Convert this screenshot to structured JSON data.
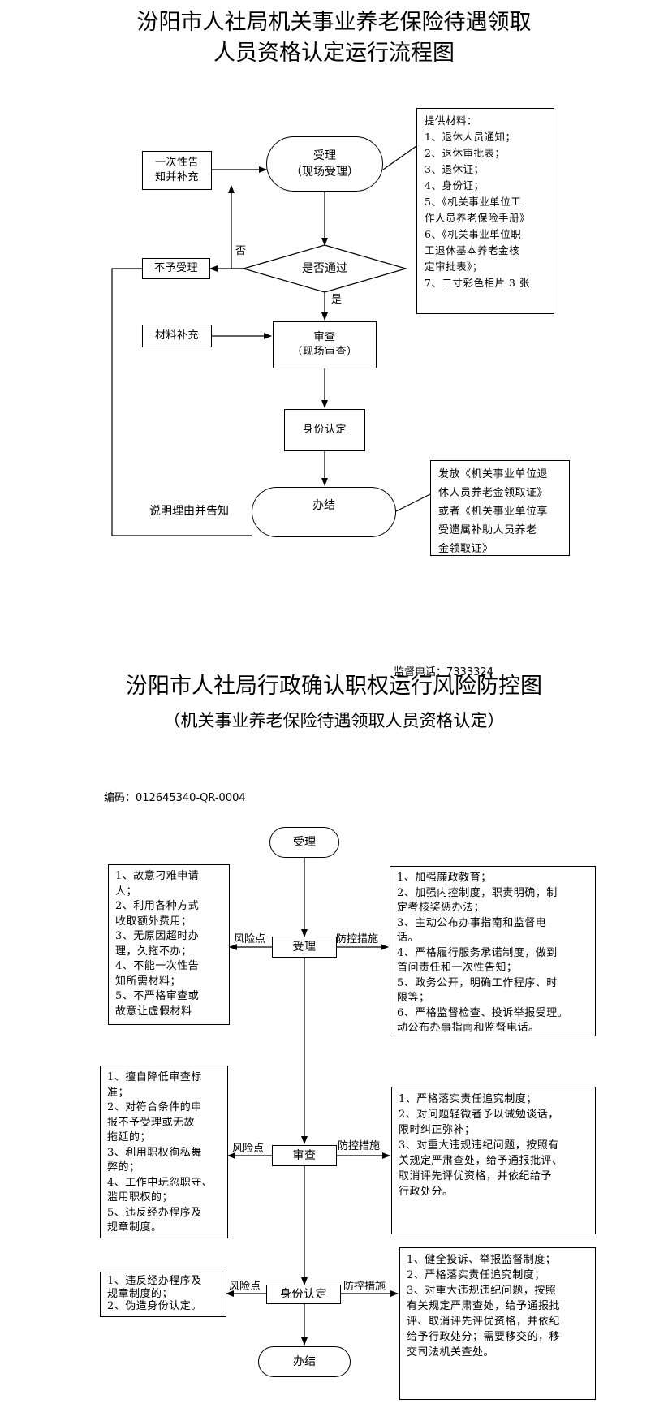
{
  "chart1": {
    "title_line1": "汾阳市人社局机关事业养老保险待遇领取",
    "title_line2": "人员资格认定运行流程图",
    "accept": {
      "label": "受理",
      "sub": "（现场受理）"
    },
    "notify_box": [
      "一次性告",
      "知并补充"
    ],
    "pass_decision": "是否通过",
    "no_label": "否",
    "yes_label": "是",
    "reject_box": "不予受理",
    "supplement_box": "材料补充",
    "review": {
      "label": "审查",
      "sub": "（现场审查）"
    },
    "identity_box": "身份认定",
    "explain_label": "说明理由并告知",
    "complete_label": "办结",
    "materials": [
      "提供材料：",
      "1、退休人员通知；",
      "2、退休审批表；",
      "3、退休证；",
      "4、身份证；",
      "5、《机关事业单位工",
      "作人员养老保险手册》",
      "6、《机关事业单位职",
      "工退休基本养老金核",
      "定审批表》；",
      "7、二寸彩色相片 3 张"
    ],
    "result_note": [
      "发放《机关事业单位退",
      "休人员养老金领取证》",
      "或者《机关事业单位享",
      "受遗属补助人员养老",
      "金领取证》"
    ]
  },
  "chart2": {
    "supervision_phone": "监督电话：7333324",
    "title": "汾阳市人社局行政确认职权运行风险防控图",
    "subtitle": "（机关事业养老保险待遇领取人员资格认定）",
    "code": "编码：012645340-QR-0004",
    "risk_label": "风险点",
    "control_label": "防控措施",
    "start": "受理",
    "step1": "受理",
    "step2": "审查",
    "step3": "身份认定",
    "end": "办结",
    "risk1": [
      "1、故意刁难申请",
      "人；",
      "2、利用各种方式",
      "收取额外费用；",
      "3、无原因超时办",
      "理，久拖不办；",
      "4、不能一次性告",
      "知所需材料；",
      "5、不严格审查或",
      "故意让虚假材料"
    ],
    "control1": [
      "1、加强廉政教育；",
      "2、加强内控制度，职责明确，制",
      "定考核奖惩办法；",
      "3、主动公布办事指南和监督电",
      "话。",
      "4、严格履行服务承诺制度，做到",
      "首问责任和一次性告知；",
      "5、政务公开，明确工作程序、时",
      "限等；",
      "6、严格监督检查、投诉举报受理。",
      "动公布办事指南和监督电话。"
    ],
    "risk2": [
      "1、擅自降低审查标",
      "准；",
      "2、对符合条件的申",
      "报不予受理或无故",
      "拖延的；",
      "3、利用职权徇私舞",
      "弊的；",
      "4、工作中玩忽职守、",
      "滥用职权的；",
      "5、违反经办程序及",
      "规章制度。"
    ],
    "control2": [
      "1、严格落实责任追究制度；",
      "2、对问题轻微者予以诫勉谈话，",
      "限时纠正弥补；",
      "3、对重大违规违纪问题，按照有",
      "关规定严肃查处，给予通报批评、",
      "取消评先评优资格，并依纪给予",
      "行政处分。"
    ],
    "risk3": [
      "1、违反经办程序及",
      "规章制度的；",
      "2、伪造身份认定。"
    ],
    "control3": [
      "1、健全投诉、举报监督制度；",
      "2、严格落实责任追究制度；",
      "3、对重大违规违纪问题，按照",
      "有关规定严肃查处，给予通报批",
      "评、取消评先评优资格，并依纪",
      "给予行政处分；需要移交的，移",
      "交司法机关查处。"
    ]
  }
}
